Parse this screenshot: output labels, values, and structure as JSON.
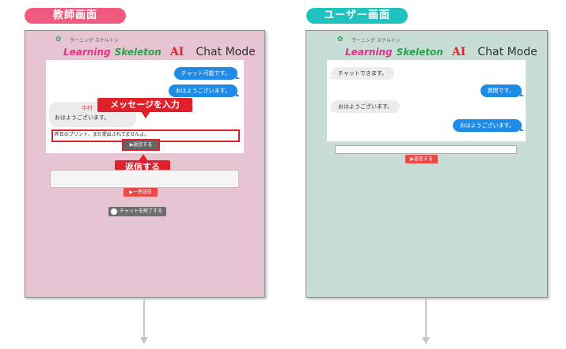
{
  "tabs": {
    "teacher": "教師画面",
    "user": "ユーザー画面"
  },
  "logo": {
    "small_text": "ラーニング スケルトン",
    "word1": "Learning",
    "word2": "Skeleton",
    "ai": "AI",
    "mode": "Chat Mode"
  },
  "teacher": {
    "messages": [
      {
        "text": "チャット可能です。",
        "side": "right"
      },
      {
        "text": "おはようございます。",
        "side": "right"
      }
    ],
    "sender_name": "中村",
    "incoming_text": "おはようございます。",
    "reply_text": "昨日のプリント、まだ提出されてませんよ。",
    "reply_button": "▶返信する",
    "callout_input": "メッセージを入力",
    "callout_reply": "返信する",
    "broadcast_button": "▶一斉送信",
    "end_button": "チャットを終了する"
  },
  "user": {
    "messages": [
      {
        "text": "チャットできます。",
        "side": "left"
      },
      {
        "text": "質問です。",
        "side": "right"
      },
      {
        "text": "おはようございます。",
        "side": "left"
      },
      {
        "text": "おはようございます。",
        "side": "right"
      }
    ],
    "send_button": "▶送信する"
  },
  "colors": {
    "teacher_tab": "#ef5a7e",
    "user_tab": "#20c2c0",
    "teacher_bg": "#e6c4d1",
    "user_bg": "#c8ddd5",
    "bubble_blue": "#1e8ce6",
    "highlight_red": "#e01f2c"
  }
}
